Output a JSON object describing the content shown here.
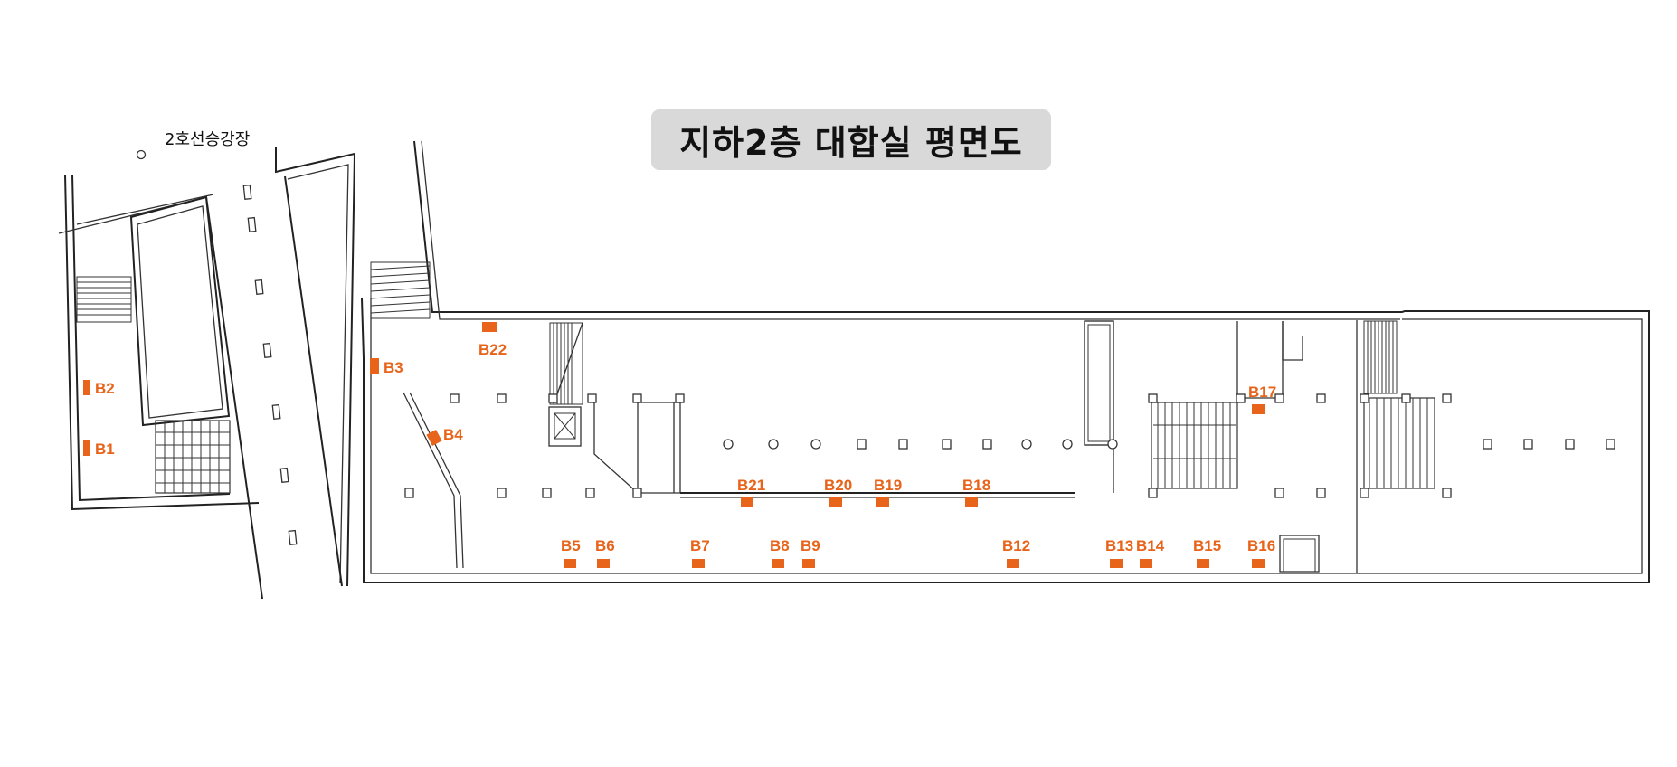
{
  "title": "지하2층 대합실 평면도",
  "platform_label": "2호선승강장",
  "colors": {
    "marker": "#e8641a",
    "title_bg": "#d9d9d9",
    "line": "#222222"
  },
  "markers": [
    {
      "id": "B1"
    },
    {
      "id": "B2"
    },
    {
      "id": "B3"
    },
    {
      "id": "B4"
    },
    {
      "id": "B5"
    },
    {
      "id": "B6"
    },
    {
      "id": "B7"
    },
    {
      "id": "B8"
    },
    {
      "id": "B9"
    },
    {
      "id": "B12"
    },
    {
      "id": "B13"
    },
    {
      "id": "B14"
    },
    {
      "id": "B15"
    },
    {
      "id": "B16"
    },
    {
      "id": "B17"
    },
    {
      "id": "B18"
    },
    {
      "id": "B19"
    },
    {
      "id": "B20"
    },
    {
      "id": "B21"
    },
    {
      "id": "B22"
    }
  ]
}
